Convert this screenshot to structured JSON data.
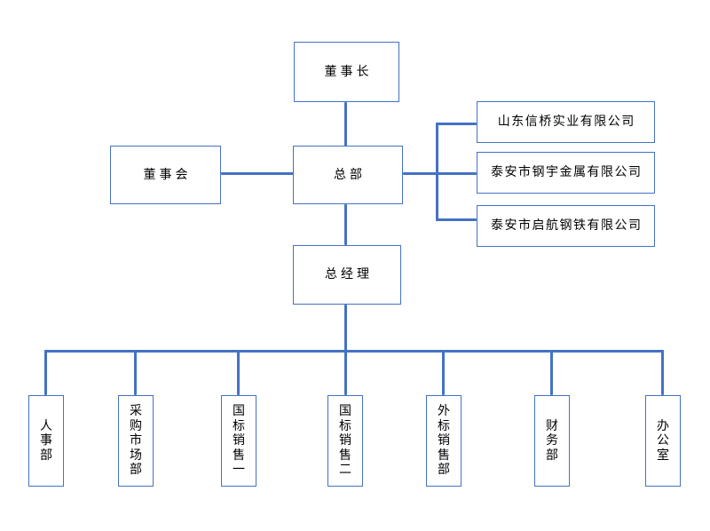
{
  "org": {
    "title": "company-organization-chart",
    "nodes": {
      "chairman": {
        "label": "董事长"
      },
      "board": {
        "label": "董事会"
      },
      "headquarters": {
        "label": "总部"
      },
      "general_manager": {
        "label": "总经理"
      }
    },
    "subsidiaries": [
      {
        "label": "山东信桥实业有限公司"
      },
      {
        "label": "泰安市钢宇金属有限公司"
      },
      {
        "label": "泰安市启航钢铁有限公司"
      }
    ],
    "departments": [
      {
        "label": "人事部"
      },
      {
        "label": "采购市场部"
      },
      {
        "label": "国标销售一"
      },
      {
        "label": "国标销售二"
      },
      {
        "label": "外标销售部"
      },
      {
        "label": "财务部"
      },
      {
        "label": "办公室"
      }
    ],
    "edges": [
      "chairman-headquarters",
      "board-headquarters",
      "headquarters-subsidiary-1",
      "headquarters-subsidiary-2",
      "headquarters-subsidiary-3",
      "headquarters-general_manager",
      "general_manager-departments"
    ],
    "colors": {
      "connector": "#4472C4",
      "node_border": "#4472C4",
      "node_fill": "#FFFFFF",
      "text": "#000000",
      "background": "#FFFFFF"
    }
  }
}
